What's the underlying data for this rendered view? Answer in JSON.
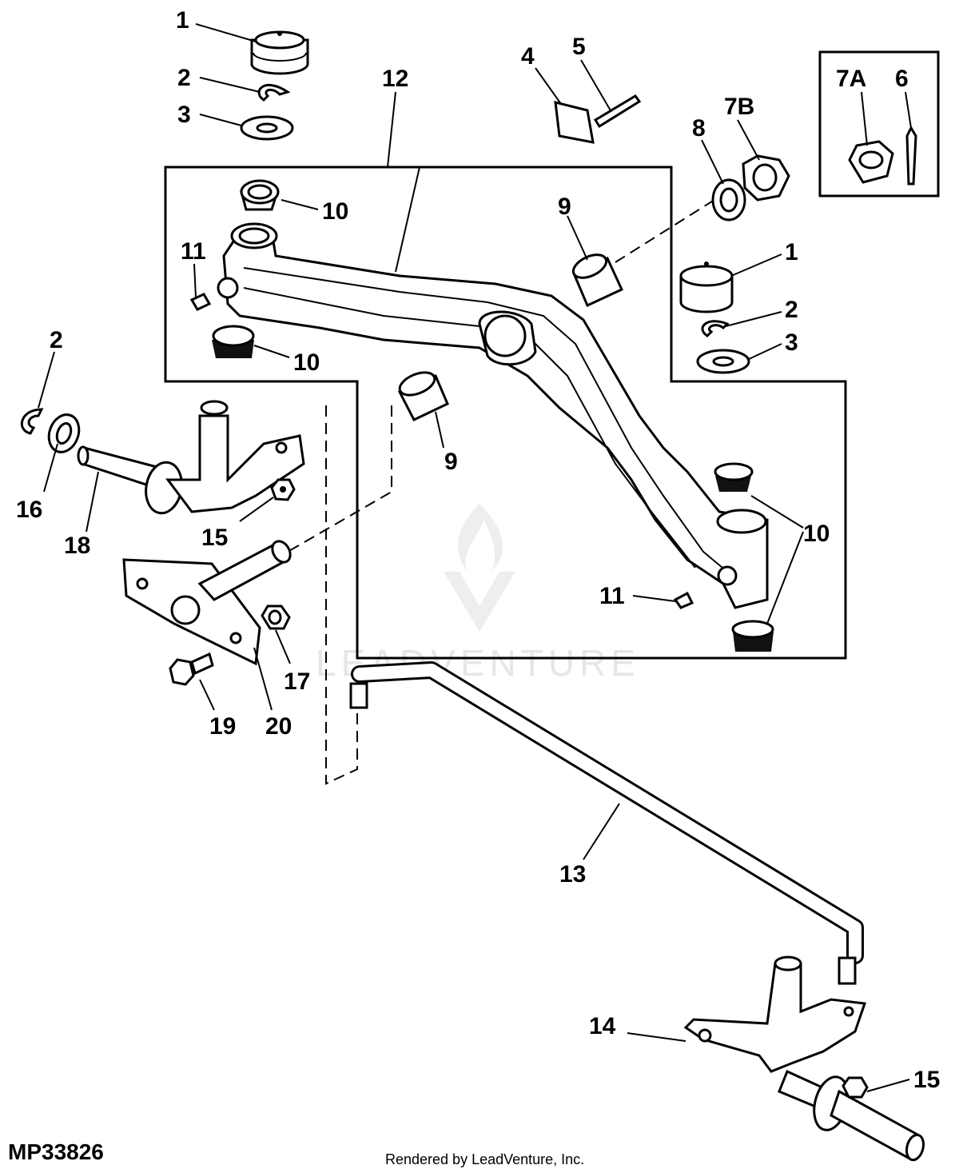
{
  "diagram_id": "MP33826",
  "footer": "Rendered by LeadVenture, Inc.",
  "watermark": "LEADVENTURE",
  "callouts": {
    "c1a": "1",
    "c2a": "2",
    "c3a": "3",
    "c4": "4",
    "c5": "5",
    "c12": "12",
    "c7a": "7A",
    "c6": "6",
    "c7b": "7B",
    "c8": "8",
    "c10a": "10",
    "c9a": "9",
    "c11a": "11",
    "c1b": "1",
    "c2b": "2",
    "c3b": "3",
    "c10b": "10",
    "c2c": "2",
    "c9b": "9",
    "c16": "16",
    "c18": "18",
    "c15a": "15",
    "c10c": "10",
    "c11b": "11",
    "c17": "17",
    "c19": "19",
    "c20": "20",
    "c13": "13",
    "c14": "14",
    "c15b": "15"
  }
}
